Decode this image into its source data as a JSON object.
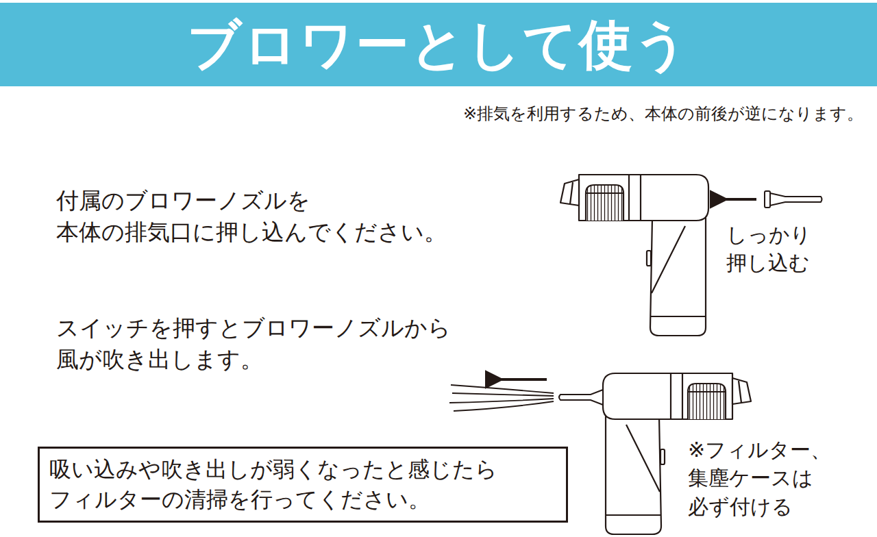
{
  "diagram": {
    "title": "ブロワーとして使う",
    "nodes": [
      {
        "text": [
          "吸い込みや吹き出しが弱くなったと感じたら フィルターの清掃を行ってください。"
        ]
      }
    ],
    "labels": [
      "※排気を利用するため、本体の前後が逆になります。",
      "付属のブロワーノズルを 本体の排気口に押し込んでください。",
      "スイッチを押すとブロワーノズルから 風が吹き出します。",
      "しっかり 押し込む",
      "※フィルター、 集塵ケースは 必ず付ける"
    ]
  }
}
